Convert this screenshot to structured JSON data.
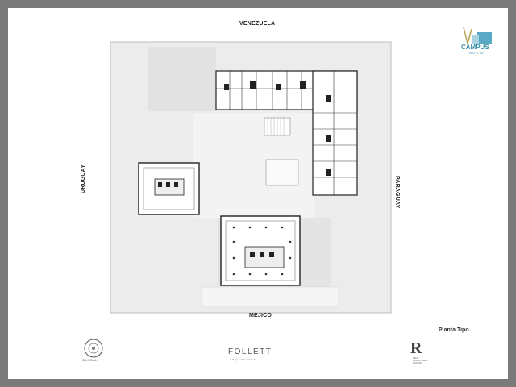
{
  "streets": {
    "top": "VENEZUELA",
    "bottom": "MEJICO",
    "left": "URUGUAY",
    "right": "PARAGUAY"
  },
  "branding": {
    "campus_name": "CAMPUS",
    "campus_sub": "NORTE",
    "follett_name": "FOLLETT",
    "follett_sub": "ARQUITECTOS",
    "global_name": "GLOBAL",
    "r_mark": "R",
    "r_sub": "REAL INVESTMENT GROUP"
  },
  "plan_title": "Planta Tipo",
  "colors": {
    "background": "#7a7a7a",
    "paper": "#ffffff",
    "site": "#ebebeb",
    "building": "#ffffff",
    "line": "#333333",
    "accent": "#3a8ea8"
  }
}
